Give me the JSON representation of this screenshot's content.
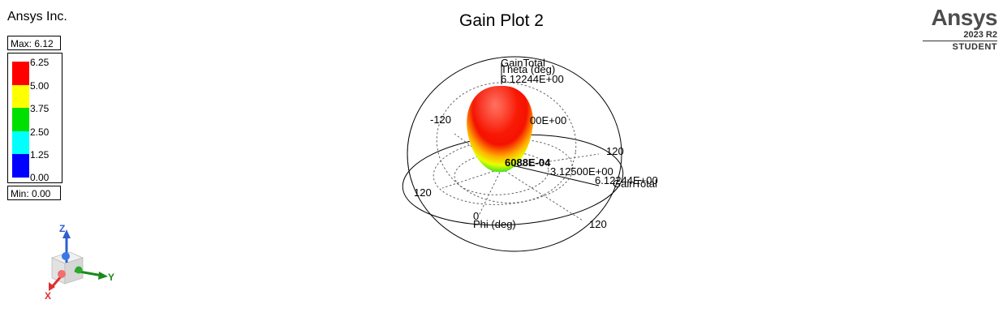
{
  "header": {
    "company": "Ansys Inc.",
    "plot_title": "Gain Plot 2",
    "brand_name": "Ansys",
    "brand_version": "2023 R2",
    "brand_edition": "STUDENT"
  },
  "legend": {
    "max_label": "Max: 6.12",
    "min_label": "Min: 0.00",
    "ticks": [
      "6.25",
      "5.00",
      "3.75",
      "2.50",
      "1.25",
      "0.00"
    ],
    "colors": [
      "#ff0000",
      "#ffff00",
      "#00e000",
      "#00ffff",
      "#0000ff"
    ]
  },
  "axes_triad": {
    "x": "X",
    "y": "Y",
    "z": "Z"
  },
  "plot3d": {
    "theta_axis_label": "Theta (deg)",
    "phi_axis_label": "Phi (deg)",
    "quantity_top": "GainTotal",
    "quantity_right": "GainTotal",
    "value_top": "6.12244E+00",
    "value_upper_partial": "00E+00",
    "value_center": "6088E-04",
    "value_mid": "3.12500E+00",
    "value_right": "6.12244E+00",
    "angle_ticks": {
      "theta_left": "-120",
      "theta_right": "120",
      "phi_left": "120",
      "phi_bottom": "0",
      "phi_right": "120"
    }
  }
}
